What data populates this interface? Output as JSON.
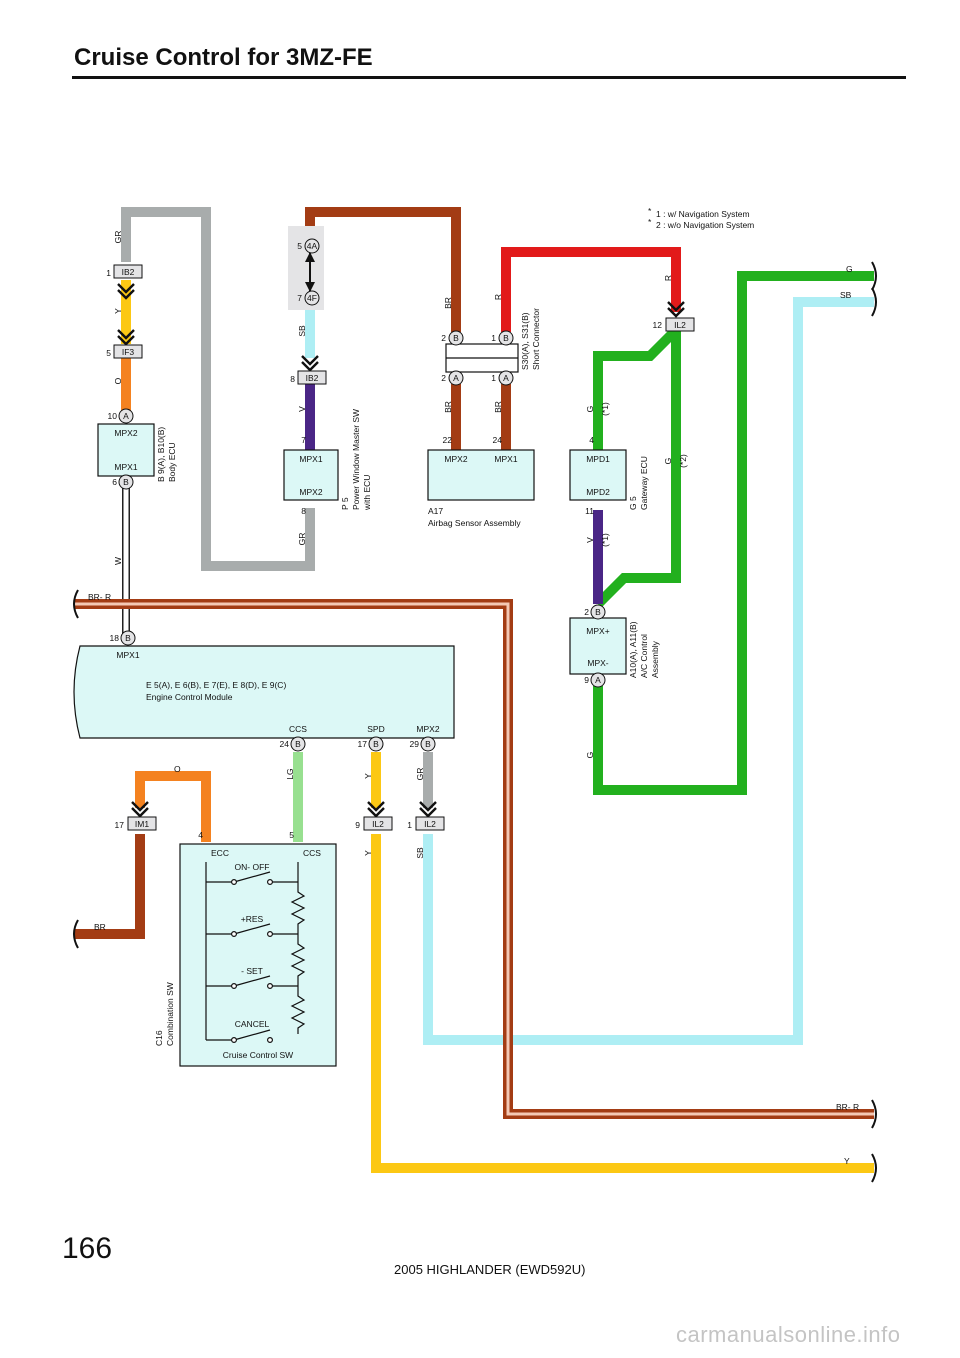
{
  "header": {
    "title": "Cruise Control for 3MZ-FE"
  },
  "footer": {
    "page_number": "166",
    "document": "2005 HIGHLANDER (EWD592U)",
    "watermark": "carmanualsonline.info"
  },
  "notes": {
    "note1": "1 : w/ Navigation System",
    "note2": "2 : w/o Navigation System"
  },
  "colors": {
    "GR": "#a8acac",
    "Y": "#fcc814",
    "O": "#f48220",
    "W": "#ffffff",
    "BR": "#a33c14",
    "SB": "#aeeef4",
    "V": "#4a2686",
    "R": "#e21a1a",
    "G": "#22b01e",
    "LG": "#98e090",
    "BR-R": "#a33c14",
    "box_fill": "#dcf8f6"
  },
  "components": {
    "body_ecu": {
      "label": "B 9(A), B10(B)",
      "name": "Body ECU",
      "pin_top": "MPX2",
      "pin_bottom": "MPX1"
    },
    "power_window": {
      "label": "P 5",
      "name": "Power Window Master SW",
      "name2": "with ECU",
      "pin_top": "MPX1",
      "pin_bottom": "MPX2"
    },
    "airbag": {
      "label": "A17",
      "name": "Airbag Sensor Assembly",
      "pin_left": "MPX2",
      "pin_right": "MPX1"
    },
    "short_connector": {
      "label": "S30(A), S31(B)",
      "name": "Short Connector"
    },
    "gateway": {
      "label": "G 5",
      "name": "Gateway ECU",
      "pin_top": "MPD1",
      "pin_bottom": "MPD2"
    },
    "ac_control": {
      "label": "A10(A), A11(B)",
      "name": "A/C Control",
      "name2": "Assembly",
      "pin_top": "MPX+",
      "pin_bottom": "MPX-"
    },
    "ecm": {
      "label": "E 5(A), E 6(B), E 7(E), E 8(D), E 9(C)",
      "name": "Engine Control Module",
      "pin_mpx1": "MPX1",
      "pin_ccs": "CCS",
      "pin_spd": "SPD",
      "pin_mpx2": "MPX2"
    },
    "combination_sw": {
      "label": "C16",
      "name": "Combination SW",
      "sub": "Cruise Control SW",
      "pin_ecc": "ECC",
      "pin_ccs": "CCS",
      "switches": [
        "ON- OFF",
        "+RES",
        "- SET",
        "CANCEL"
      ]
    }
  },
  "connectors": {
    "ib2_top": "IB2",
    "if3": "IF3",
    "ib2_pw": "IB2",
    "c4a": "4A",
    "c4f": "4F",
    "il2_top": "IL2",
    "im1": "IM1",
    "il2_y": "IL2",
    "il2_sb": "IL2",
    "A": "A",
    "B": "B"
  },
  "pins": {
    "p1": "1",
    "p2": "2",
    "p4": "4",
    "p5": "5",
    "p6": "6",
    "p7": "7",
    "p8": "8",
    "p9": "9",
    "p10": "10",
    "p11": "11",
    "p12": "12",
    "p17": "17",
    "p18": "18",
    "p22": "22",
    "p24": "24",
    "p29": "29"
  },
  "wire_labels": {
    "GR": "GR",
    "Y": "Y",
    "O": "O",
    "W": "W",
    "BR": "BR",
    "SB": "SB",
    "V": "V",
    "R": "R",
    "G": "G",
    "LG": "LG",
    "BR-R": "BR- R",
    "n1": "(*1)",
    "n2": "(*2)",
    "star": "*"
  }
}
